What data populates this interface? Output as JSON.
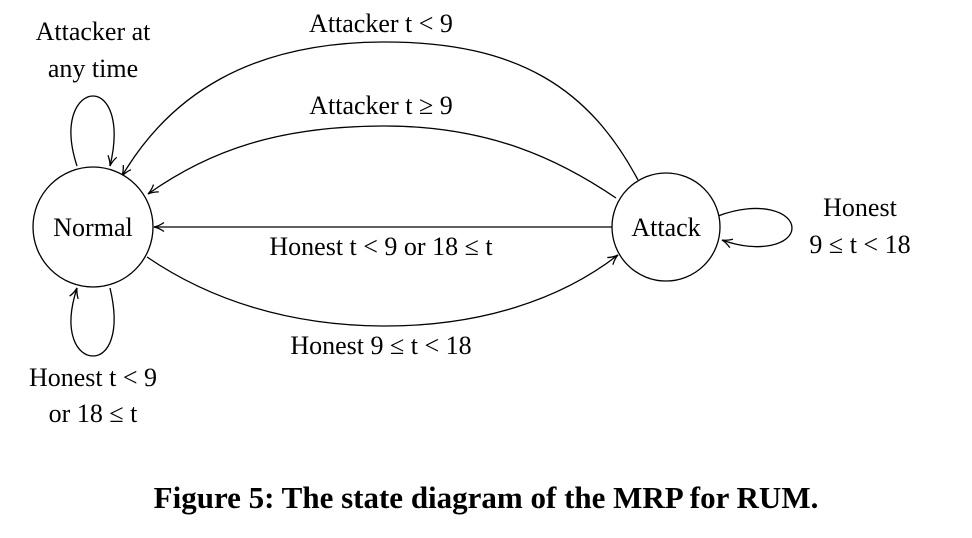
{
  "nodes": {
    "normal": "Normal",
    "attack": "Attack"
  },
  "edges": {
    "attack_to_normal_top": "Attacker t < 9",
    "attack_to_normal_mid": "Attacker t ≥ 9",
    "attack_to_normal_straight": "Honest t < 9 or 18 ≤ t",
    "normal_to_attack": "Honest 9 ≤ t < 18",
    "normal_loop_top": [
      "Attacker at",
      "any time"
    ],
    "normal_loop_bottom": [
      "Honest t < 9",
      "or 18 ≤ t"
    ],
    "attack_loop": [
      "Honest",
      "9 ≤ t < 18"
    ]
  },
  "caption": "Figure 5: The state diagram of the MRP for RUM."
}
